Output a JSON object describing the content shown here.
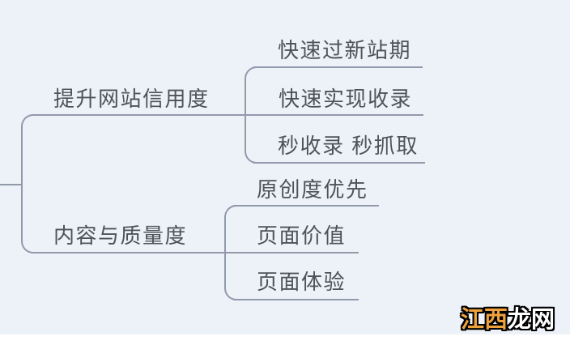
{
  "canvas": {
    "background": "#edf2f9",
    "line_color": "#919aab",
    "text_color": "#4e525a",
    "bottom_strip_color": "#ffffff"
  },
  "mindmap": {
    "branches": [
      {
        "label": "提升网站信用度",
        "children": [
          {
            "label": "快速过新站期"
          },
          {
            "label": "快速实现收录"
          },
          {
            "label": "秒收录 秒抓取"
          }
        ]
      },
      {
        "label": "内容与质量度",
        "children": [
          {
            "label": "原创度优先"
          },
          {
            "label": "页面价值"
          },
          {
            "label": "页面体验"
          }
        ]
      }
    ]
  },
  "watermark": {
    "part1": "江西",
    "part2": "龙网",
    "part1_color": "#efa23b",
    "part2_color": "#ffffff",
    "outline_color": "#000000"
  }
}
